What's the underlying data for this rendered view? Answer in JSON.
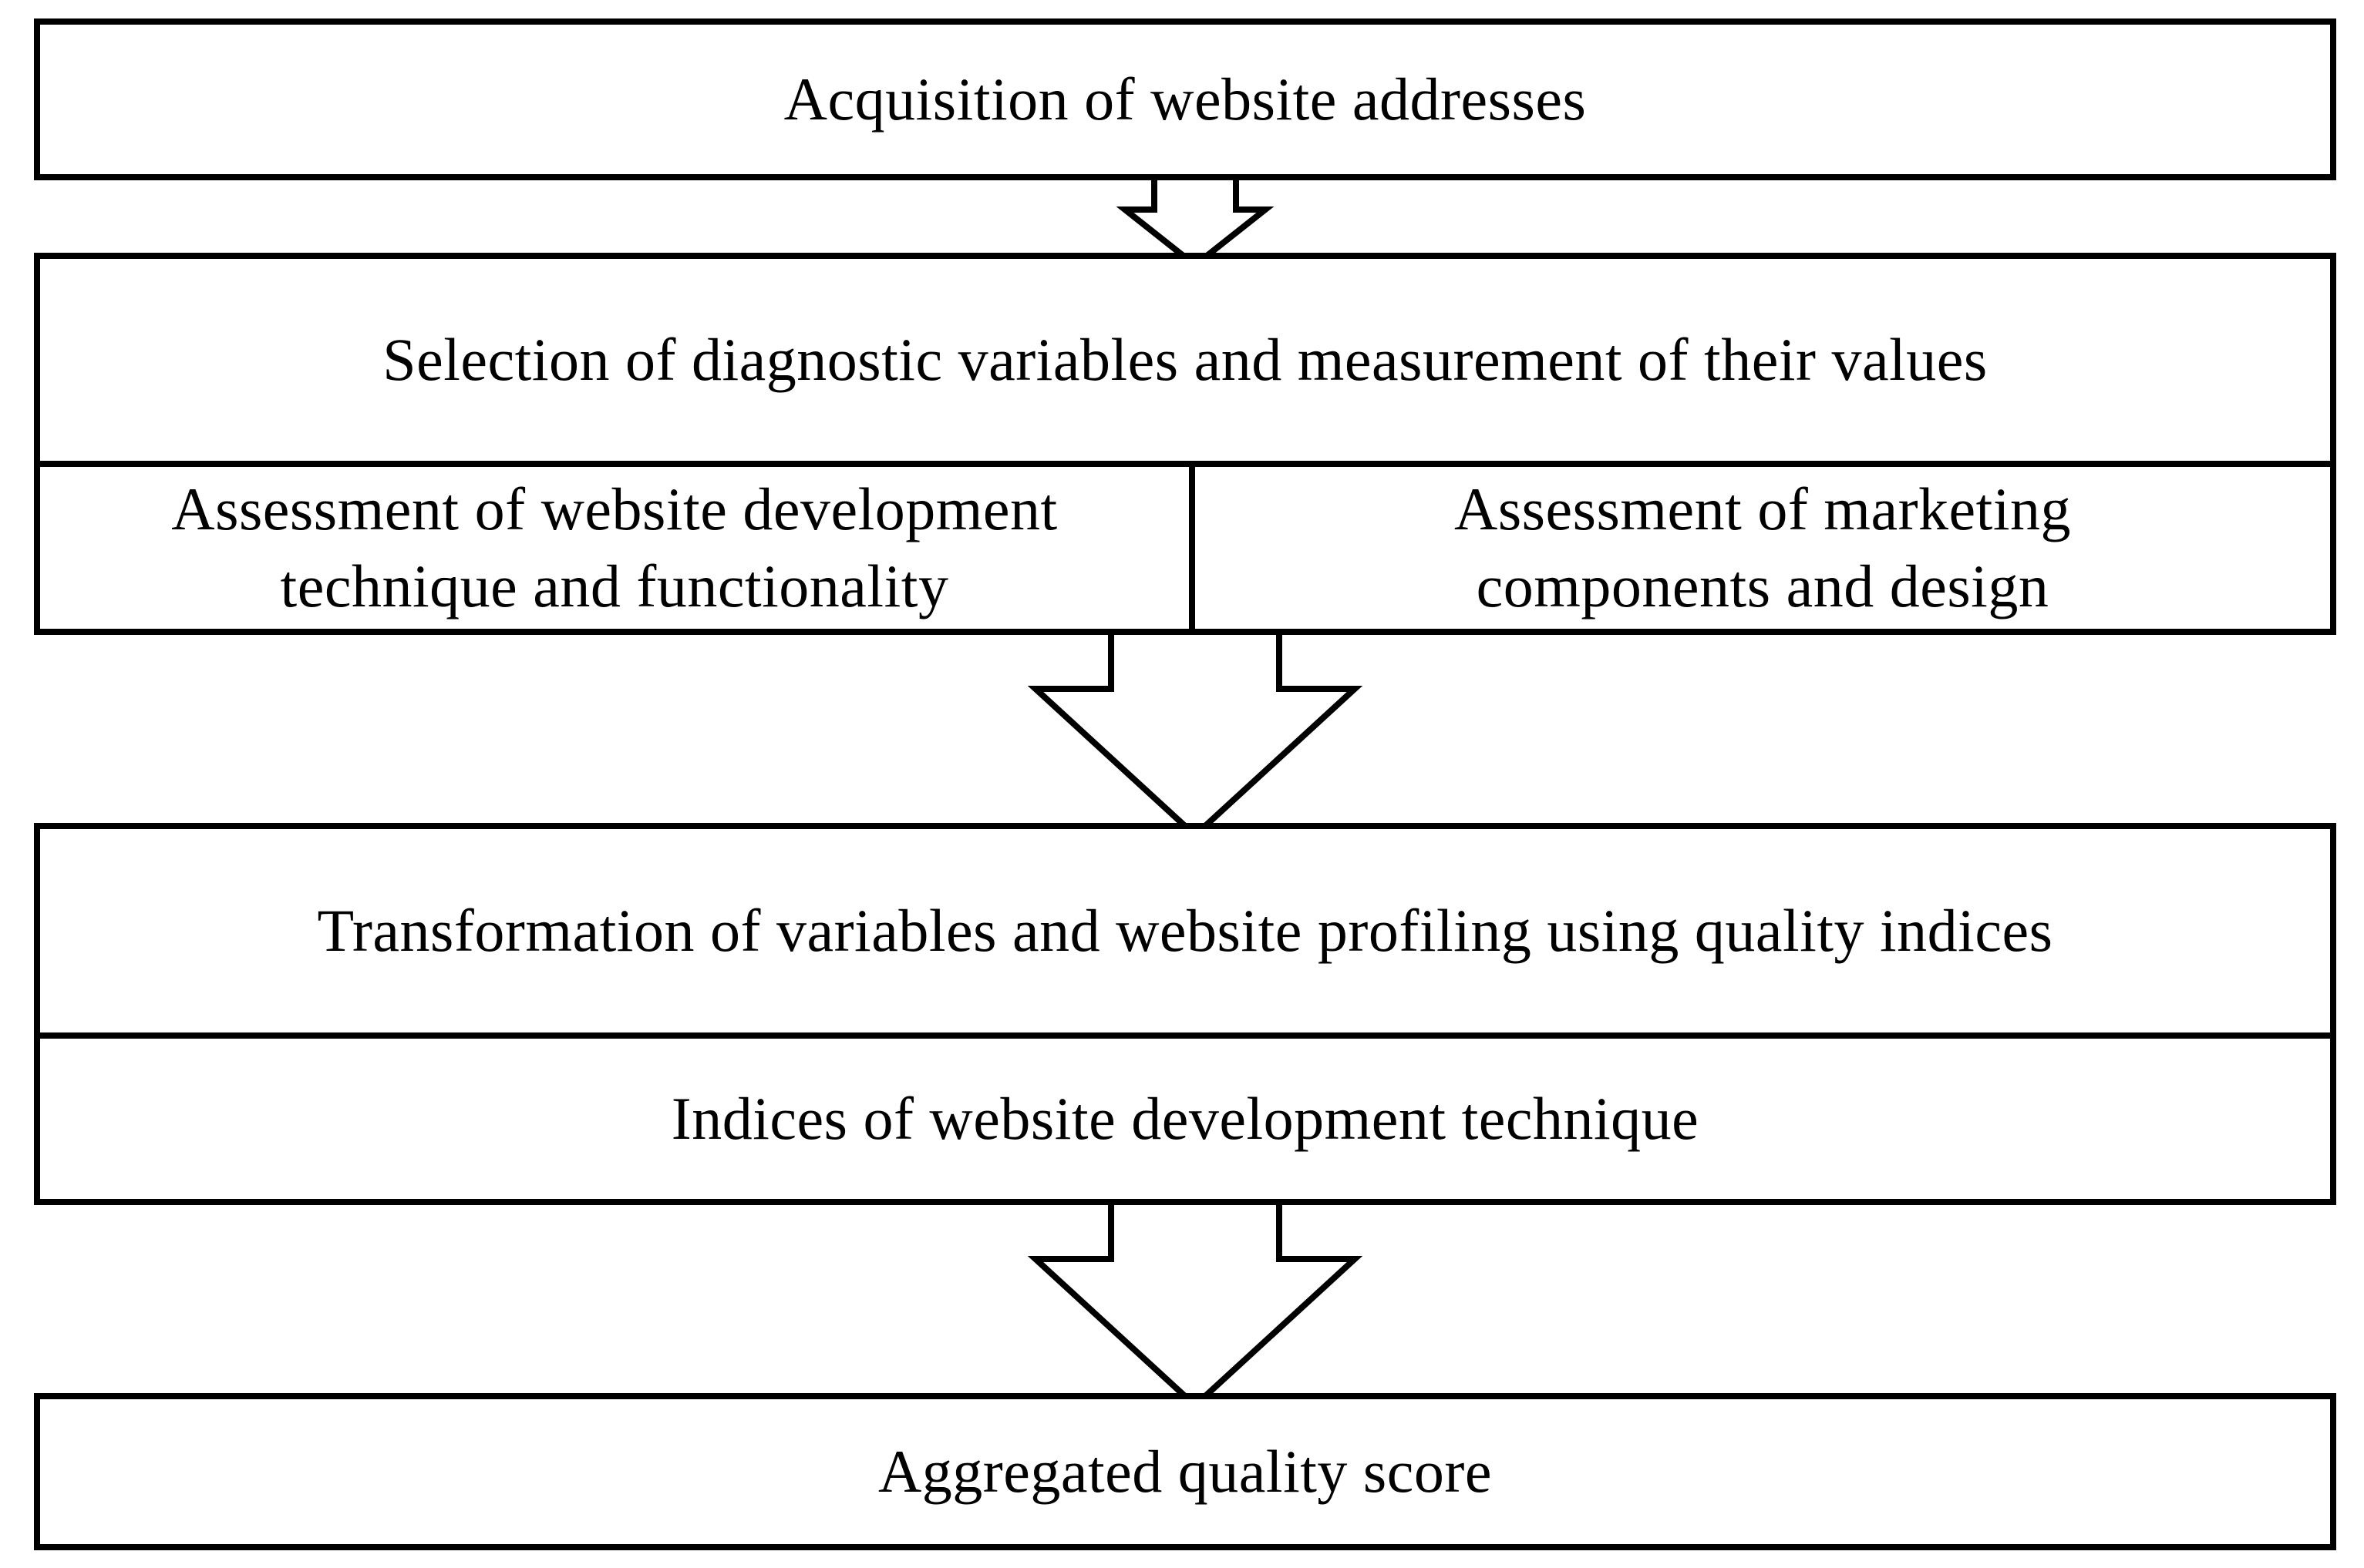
{
  "diagram": {
    "steps": {
      "acquisition": "Acquisition of website addresses",
      "selection": "Selection of diagnostic variables and measurement of their values",
      "assessment_left": [
        "Assessment of website development",
        "technique and functionality"
      ],
      "assessment_right": [
        "Assessment of marketing",
        "components and design"
      ],
      "transformation": "Transformation of variables and website profiling using quality indices",
      "indices": "Indices of website development technique",
      "aggregated": "Aggregated quality score"
    }
  }
}
